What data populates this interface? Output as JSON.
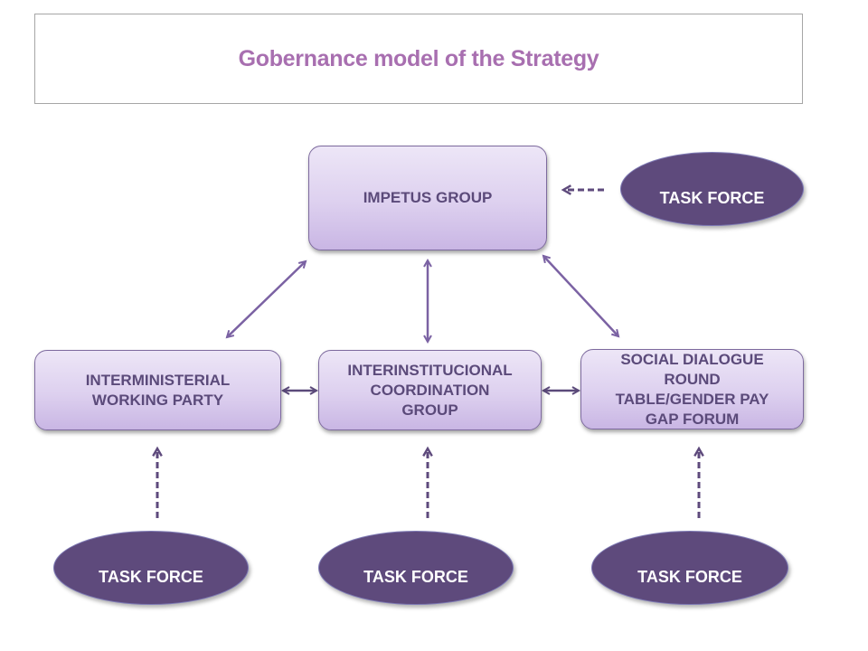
{
  "title": "Gobernance model of the Strategy",
  "colors": {
    "title": "#a86fb0",
    "node_text": "#5b4a7a",
    "node_fill_top": "#ede6f7",
    "node_fill_bottom": "#c9b6e4",
    "task_force_fill": "#5e4a7c",
    "arrow": "#7b62a3",
    "dashed_arrow": "#5e4a7c"
  },
  "nodes": {
    "impetus": "IMPETUS GROUP",
    "interministerial": "INTERMINISTERIAL\nWORKING PARTY",
    "interinstitutional": "INTERINSTITUCIONAL\nCOORDINATION\nGROUP",
    "social_dialogue": "SOCIAL DIALOGUE\nROUND\nTABLE/GENDER PAY\nGAP FORUM"
  },
  "task_forces": {
    "top": "TASK FORCE",
    "left": "TASK FORCE",
    "middle": "TASK FORCE",
    "right": "TASK FORCE"
  },
  "edges": [
    {
      "from": "impetus",
      "to": "interministerial",
      "type": "bidirectional"
    },
    {
      "from": "impetus",
      "to": "interinstitutional",
      "type": "bidirectional"
    },
    {
      "from": "impetus",
      "to": "social_dialogue",
      "type": "bidirectional"
    },
    {
      "from": "interministerial",
      "to": "interinstitutional",
      "type": "bidirectional"
    },
    {
      "from": "interinstitutional",
      "to": "social_dialogue",
      "type": "bidirectional"
    },
    {
      "from": "task_force_top",
      "to": "impetus",
      "type": "dashed"
    },
    {
      "from": "task_force_left",
      "to": "interministerial",
      "type": "dashed"
    },
    {
      "from": "task_force_middle",
      "to": "interinstitutional",
      "type": "dashed"
    },
    {
      "from": "task_force_right",
      "to": "social_dialogue",
      "type": "dashed"
    }
  ]
}
